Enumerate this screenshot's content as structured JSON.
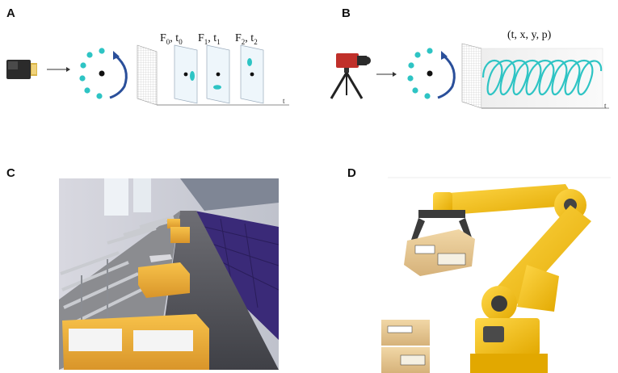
{
  "panels": {
    "a": {
      "letter": "A",
      "frames": [
        {
          "f": "F",
          "fi": "0",
          "t": "t",
          "ti": "0"
        },
        {
          "f": "F",
          "fi": "1",
          "t": "t",
          "ti": "1"
        },
        {
          "f": "F",
          "fi": "2",
          "t": "t",
          "ti": "2"
        }
      ],
      "time_axis": "t"
    },
    "b": {
      "letter": "B",
      "event_tuple": "(t, x, y, p)",
      "time_axis": "t"
    },
    "c": {
      "letter": "C"
    },
    "d": {
      "letter": "D"
    }
  },
  "colors": {
    "teal": "#2ec4c4",
    "arrow_blue": "#2a4f9a",
    "parcel_orange": "#f2b437",
    "robot_yellow": "#f5c400",
    "conveyor_purple": "#3a2a78"
  },
  "icons": {
    "camera_a": "frame-camera-icon",
    "camera_b": "event-camera-on-tripod-icon",
    "rotating_dots": "rotating-dot-icon"
  }
}
